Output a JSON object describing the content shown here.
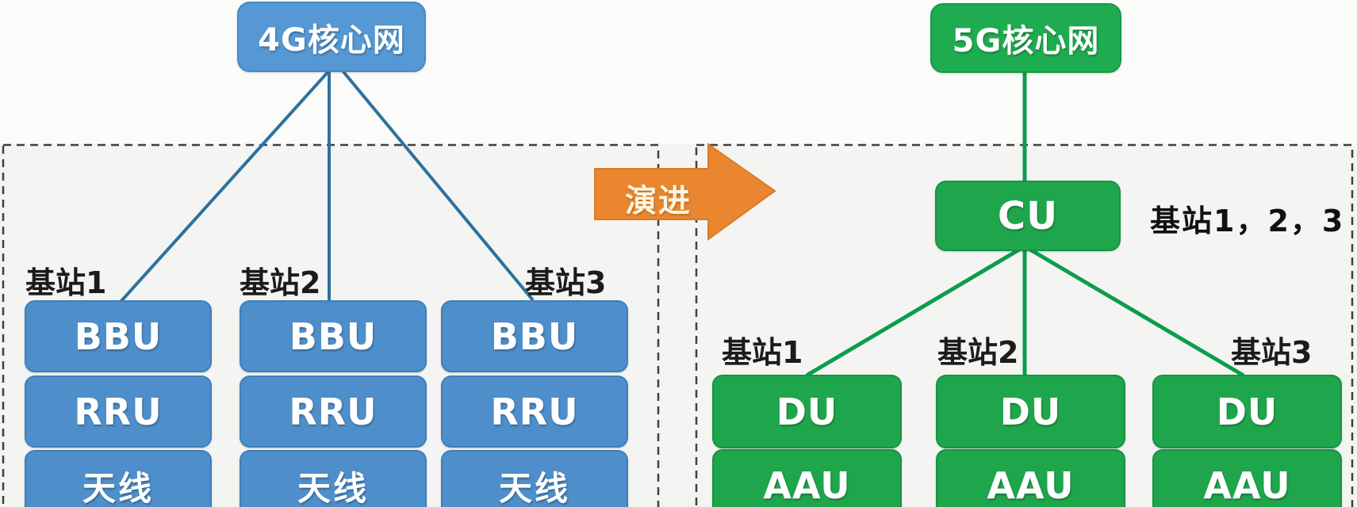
{
  "colors": {
    "blue_box": "#4e8eca",
    "blue_core": "#5598d4",
    "blue_line": "#2e719f",
    "green_box": "#1fa64c",
    "green_core": "#1fac50",
    "green_line": "#0a9d4d",
    "orange_arrow": "#ea8630",
    "dashed_border": "#404040",
    "station_label_text": "#1b1b1b",
    "box_text": "#ffffff",
    "background_top": "#fbfbf9",
    "background_main": "#f4f5f2"
  },
  "left_panel": {
    "core_label": "4G核心网",
    "stations": [
      {
        "label": "基站1",
        "units": [
          "BBU",
          "RRU",
          "天线"
        ]
      },
      {
        "label": "基站2",
        "units": [
          "BBU",
          "RRU",
          "天线"
        ]
      },
      {
        "label": "基站3",
        "units": [
          "BBU",
          "RRU",
          "天线"
        ]
      }
    ]
  },
  "arrow": {
    "label": "演进"
  },
  "right_panel": {
    "core_label": "5G核心网",
    "cu_label": "CU",
    "cu_note": "基站1，2，3",
    "stations": [
      {
        "label": "基站1",
        "units": [
          "DU",
          "AAU"
        ]
      },
      {
        "label": "基站2",
        "units": [
          "DU",
          "AAU"
        ]
      },
      {
        "label": "基站3",
        "units": [
          "DU",
          "AAU"
        ]
      }
    ]
  }
}
